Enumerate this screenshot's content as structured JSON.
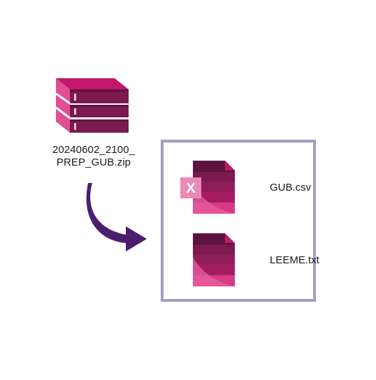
{
  "zip": {
    "name_line1": "20240602_2100_",
    "name_line2": "PREP_GUB.zip",
    "icon": "zip-archive-icon"
  },
  "contents": {
    "files": [
      {
        "name": "GUB.csv",
        "icon": "excel-csv-file-icon",
        "badge": "X"
      },
      {
        "name": "LEEME.txt",
        "icon": "text-file-icon"
      }
    ]
  },
  "colors": {
    "primary": "#c2176b",
    "dark": "#5c1340",
    "box_border": "#a39cc3",
    "arrow": "#4c1d6e"
  }
}
